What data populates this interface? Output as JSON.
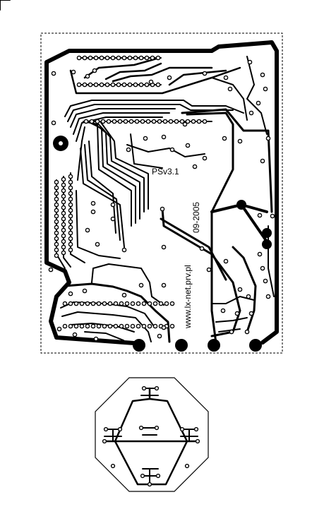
{
  "board": {
    "version_label": "PSv3.1",
    "date_label": "09-2005",
    "url_label": "www.lx-net.prv.pl"
  },
  "ink_color": "#000000",
  "paper_color": "#ffffff"
}
